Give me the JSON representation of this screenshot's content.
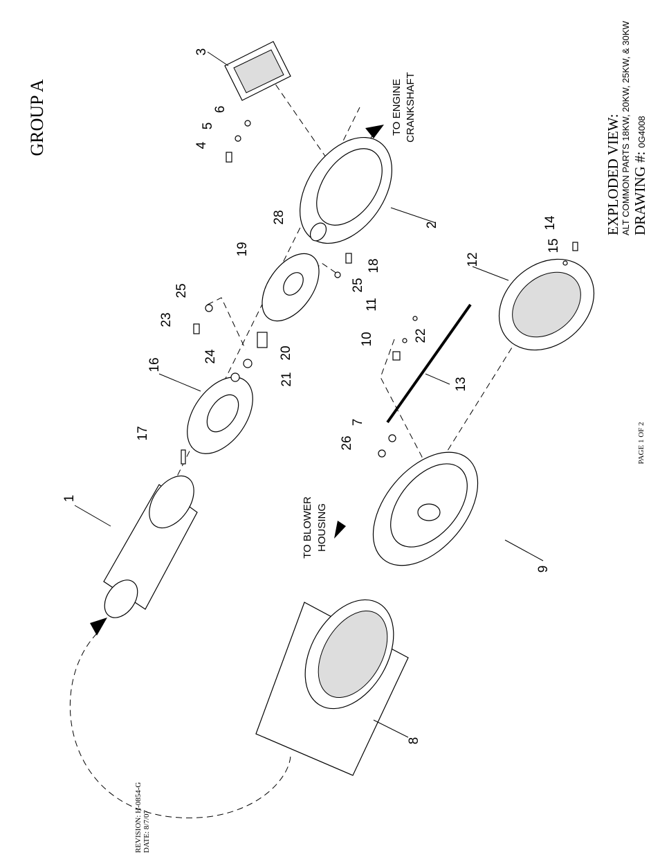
{
  "header": {
    "group": "GROUP A"
  },
  "title_block": {
    "line1": "EXPLODED VIEW:",
    "line2": "ALT COMMON PARTS 18KW, 20KW, 25KW, & 30KW",
    "line3_label": "DRAWING #:",
    "line3_value": "0G4008"
  },
  "footer": {
    "page": "PAGE 1 OF 2",
    "revision": "REVISION: H-0854-G",
    "date": "DATE:  8/7/07"
  },
  "callouts": {
    "engine_line1": "TO ENGINE",
    "engine_line2": "CRANKSHAFT",
    "blower_line1": "TO BLOWER",
    "blower_line2": "HOUSING"
  },
  "parts": {
    "p1": "1",
    "p2": "2",
    "p3": "3",
    "p4": "4",
    "p5": "5",
    "p6": "6",
    "p7": "7",
    "p8": "8",
    "p9": "9",
    "p10": "10",
    "p11": "11",
    "p12": "12",
    "p13": "13",
    "p14": "14",
    "p15": "15",
    "p16": "16",
    "p17": "17",
    "p18": "18",
    "p19": "19",
    "p20": "20",
    "p21": "21",
    "p22": "22",
    "p23": "23",
    "p24": "24",
    "p25a": "25",
    "p25b": "25",
    "p26": "26",
    "p28": "28"
  }
}
